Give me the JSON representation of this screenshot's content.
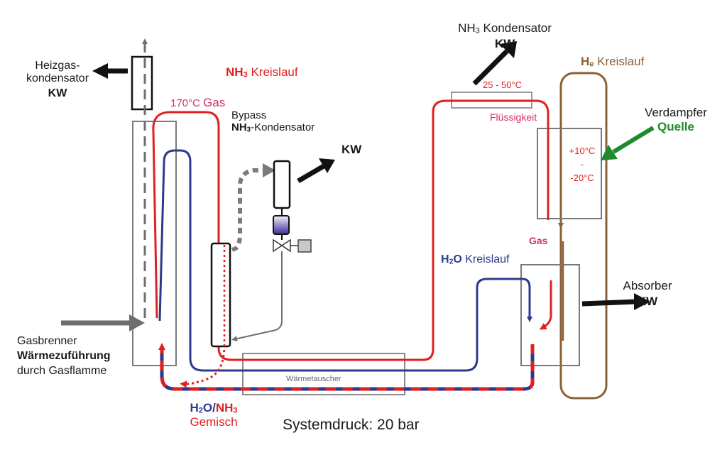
{
  "labels": {
    "heizgas": [
      "Heizgas-",
      "kondensator",
      "KW"
    ],
    "nh3_kreislauf": "Kreislauf",
    "nh3_kreislauf_prefix": "NH",
    "nh3_kreislauf_sub": "3",
    "gas_170": "170°C",
    "gas_170_word": "Gas",
    "bypass_line1": "Bypass",
    "bypass_nh": "NH",
    "bypass_sub": "3",
    "bypass_rest": "-Kondensator",
    "kw_bypass": "KW",
    "nh3_kond_prefix": "NH",
    "nh3_kond_sub": "3",
    "nh3_kond_rest": " Kondensator",
    "nh3_kond_kw": "KW",
    "temp_range": "25 - 50°C",
    "fluessigkeit": "Flüssigkeit",
    "he_prefix": "H",
    "he_sub": "e",
    "he_rest": " Kreislauf",
    "verdampfer": "Verdampfer",
    "quelle": "Quelle",
    "evap_temp1": "+10°C",
    "evap_temp2": "-",
    "evap_temp3": "-20°C",
    "gas_right": "Gas",
    "h2o_prefix": "H",
    "h2o_sub": "2",
    "h2o_o": "O",
    "h2o_rest": " Kreislauf",
    "absorber": "Absorber",
    "absorber_kw": "KW",
    "gasbrenner": "Gasbrenner",
    "waermezufuehrung": "Wärmezuführung",
    "gasflamme": "durch Gasflamme",
    "waermetauscher": "Wärmetauscher",
    "mix_h": "H",
    "mix_h_sub": "2",
    "mix_o": "O",
    "mix_slash": "/",
    "mix_nh": "NH",
    "mix_nh_sub": "3",
    "gemisch": "Gemisch",
    "systemdruck": "Systemdruck: 20 bar"
  },
  "colors": {
    "nh3": "#e02020",
    "h2o": "#2b3a8f",
    "he": "#8a6138",
    "quelle": "#1e8a2e",
    "box": "#7a7a7a",
    "kw_arrow": "#111111",
    "heat_arrow": "#6e6e6e"
  }
}
